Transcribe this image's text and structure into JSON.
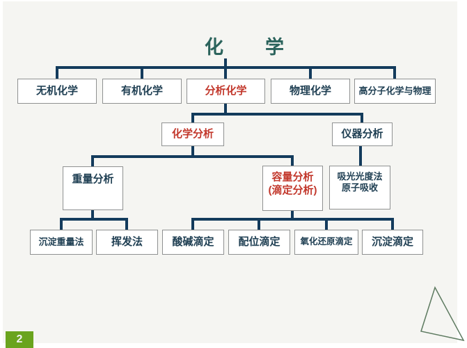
{
  "slide": {
    "title": "化　　学",
    "page_number": "2"
  },
  "tree": {
    "l2": [
      {
        "label": "无机化学"
      },
      {
        "label": "有机化学"
      },
      {
        "label": "分析化学",
        "highlight": true
      },
      {
        "label": "物理化学"
      },
      {
        "label": "高分子化学与物理"
      }
    ],
    "l3": [
      {
        "label": "化学分析",
        "highlight": true
      },
      {
        "label": "仪器分析"
      }
    ],
    "l4": [
      {
        "label": "重量分析"
      },
      {
        "label": "容量分析",
        "label2": "(滴定分析)",
        "highlight": true
      },
      {
        "label": "吸光光度法",
        "label2": "原子吸收"
      }
    ],
    "l5": [
      {
        "label": "沉淀重量法"
      },
      {
        "label": "挥发法"
      },
      {
        "label": "酸碱滴定"
      },
      {
        "label": "配位滴定"
      },
      {
        "label": "氧化还原滴定"
      },
      {
        "label": "沉淀滴定"
      }
    ]
  },
  "icons": {
    "triangle_decoration": "triangle-outline"
  },
  "colors": {
    "connector_line": "#133b5c",
    "highlight_text": "#c2372b",
    "node_text": "#1e3e52",
    "title_text": "#2b635c",
    "page_badge_bg": "#6aa41e",
    "triangle_stroke": "#5d7a60",
    "slide_bg": "#f5f5f2"
  }
}
